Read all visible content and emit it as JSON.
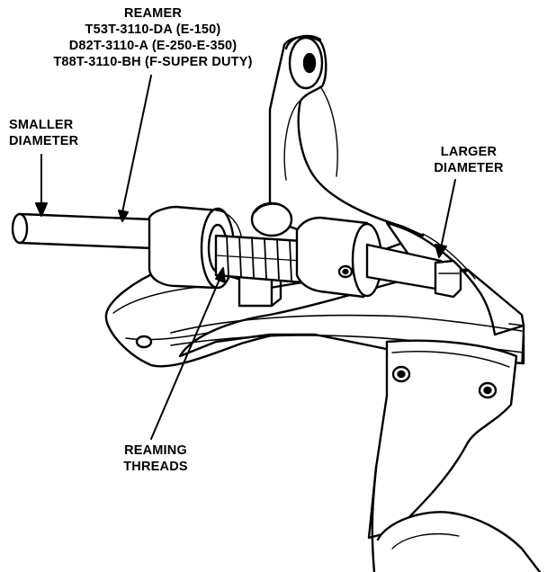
{
  "labels": {
    "reamer": {
      "title": "REAMER",
      "line1": "T53T-3110-DA (E-150)",
      "line2": "D82T-3110-A (E-250-E-350)",
      "line3": "T88T-3110-BH (F-SUPER DUTY)"
    },
    "smaller_diameter": {
      "line1": "SMALLER",
      "line2": "DIAMETER"
    },
    "larger_diameter": {
      "line1": "LARGER",
      "line2": "DIAMETER"
    },
    "reaming_threads": {
      "line1": "REAMING",
      "line2": "THREADS"
    }
  },
  "colors": {
    "ink": "#000000",
    "paper": "#ffffff"
  }
}
